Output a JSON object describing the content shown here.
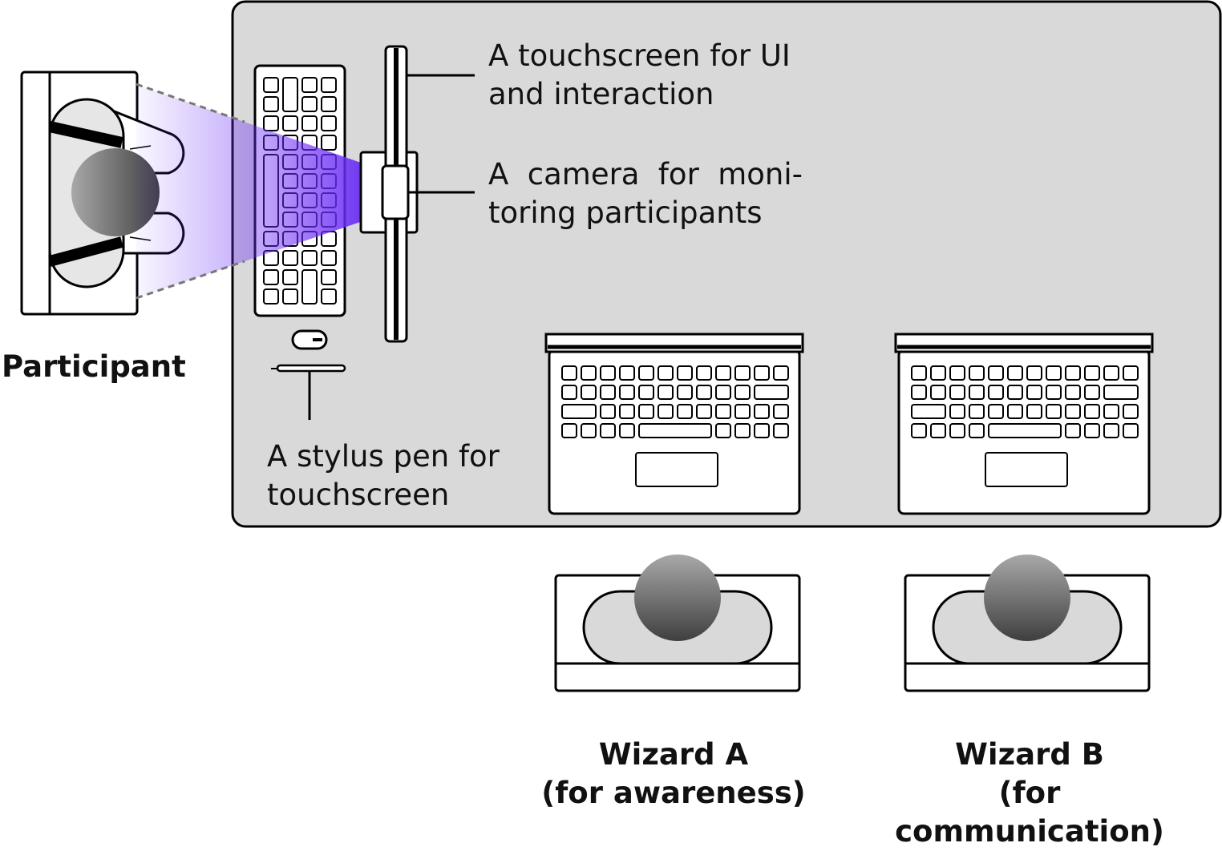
{
  "labels": {
    "participant": "Participant",
    "touchscreen_line1": "A touchscreen for UI",
    "touchscreen_line2": "and interaction",
    "camera_line1": "A camera for moni-",
    "camera_line2": "toring participants",
    "stylus_line1": "A stylus pen for",
    "stylus_line2": "touchscreen",
    "wizard_a_name": "Wizard A",
    "wizard_a_role": "(for awareness)",
    "wizard_b_name": "Wizard B",
    "wizard_b_role": "(for communication)"
  },
  "colors": {
    "table": "#d9d9d9",
    "outline": "#000000",
    "camera_beam": "#6a2cf5",
    "head_light": "#a8a8a8",
    "head_dark": "#404040"
  }
}
